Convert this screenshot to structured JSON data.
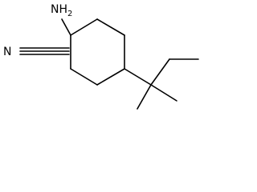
{
  "molecule": {
    "atom_labels": {
      "amino": "NH2",
      "amino_symbol": "N",
      "amino_hydrogen": "H",
      "amino_count": "2",
      "nitrile_nitrogen": "N"
    },
    "groups": [
      "amino",
      "nitrile",
      "cyclohexane-ring",
      "tert-pentyl"
    ],
    "ink_color": "#000000",
    "background_color": "#ffffff"
  }
}
